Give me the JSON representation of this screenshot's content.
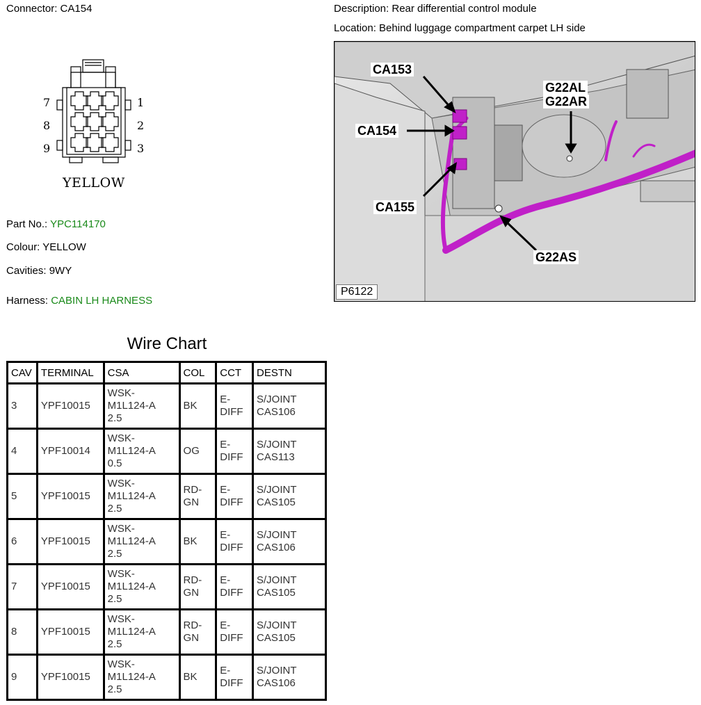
{
  "header": {
    "connector_label": "Connector: CA154",
    "description_label": "Description: Rear differential control module",
    "location_label": "Location: Behind luggage compartment carpet LH side"
  },
  "connector_diagram": {
    "pin_numbers_left": [
      "7",
      "8",
      "9"
    ],
    "pin_numbers_right": [
      "1",
      "2",
      "3"
    ],
    "color_text": "YELLOW"
  },
  "details": {
    "part_no_label": "Part No.:",
    "part_no_value": "YPC114170",
    "colour_label": "Colour:",
    "colour_value": "YELLOW",
    "cavities_label": "Cavities:",
    "cavities_value": "9WY",
    "harness_label": "Harness:",
    "harness_value": "CABIN LH HARNESS"
  },
  "photo": {
    "callouts": [
      "CA153",
      "CA154",
      "CA155",
      "G22AL",
      "G22AR",
      "G22AS"
    ],
    "reference": "P6122",
    "harness_color": "#c020c8"
  },
  "wire_chart": {
    "title": "Wire Chart",
    "columns": [
      "CAV",
      "TERMINAL",
      "CSA",
      "COL",
      "CCT",
      "DESTN"
    ],
    "rows": [
      [
        "3",
        "YPF10015",
        "WSK-\nM1L124-A\n2.5",
        "BK",
        "E-\nDIFF",
        "S/JOINT\nCAS106"
      ],
      [
        "4",
        "YPF10014",
        "WSK-\nM1L124-A\n0.5",
        "OG",
        "E-\nDIFF",
        "S/JOINT\nCAS113"
      ],
      [
        "5",
        "YPF10015",
        "WSK-\nM1L124-A\n2.5",
        "RD-\nGN",
        "E-\nDIFF",
        "S/JOINT\nCAS105"
      ],
      [
        "6",
        "YPF10015",
        "WSK-\nM1L124-A\n2.5",
        "BK",
        "E-\nDIFF",
        "S/JOINT\nCAS106"
      ],
      [
        "7",
        "YPF10015",
        "WSK-\nM1L124-A\n2.5",
        "RD-\nGN",
        "E-\nDIFF",
        "S/JOINT\nCAS105"
      ],
      [
        "8",
        "YPF10015",
        "WSK-\nM1L124-A\n2.5",
        "RD-\nGN",
        "E-\nDIFF",
        "S/JOINT\nCAS105"
      ],
      [
        "9",
        "YPF10015",
        "WSK-\nM1L124-A\n2.5",
        "BK",
        "E-\nDIFF",
        "S/JOINT\nCAS106"
      ]
    ]
  }
}
